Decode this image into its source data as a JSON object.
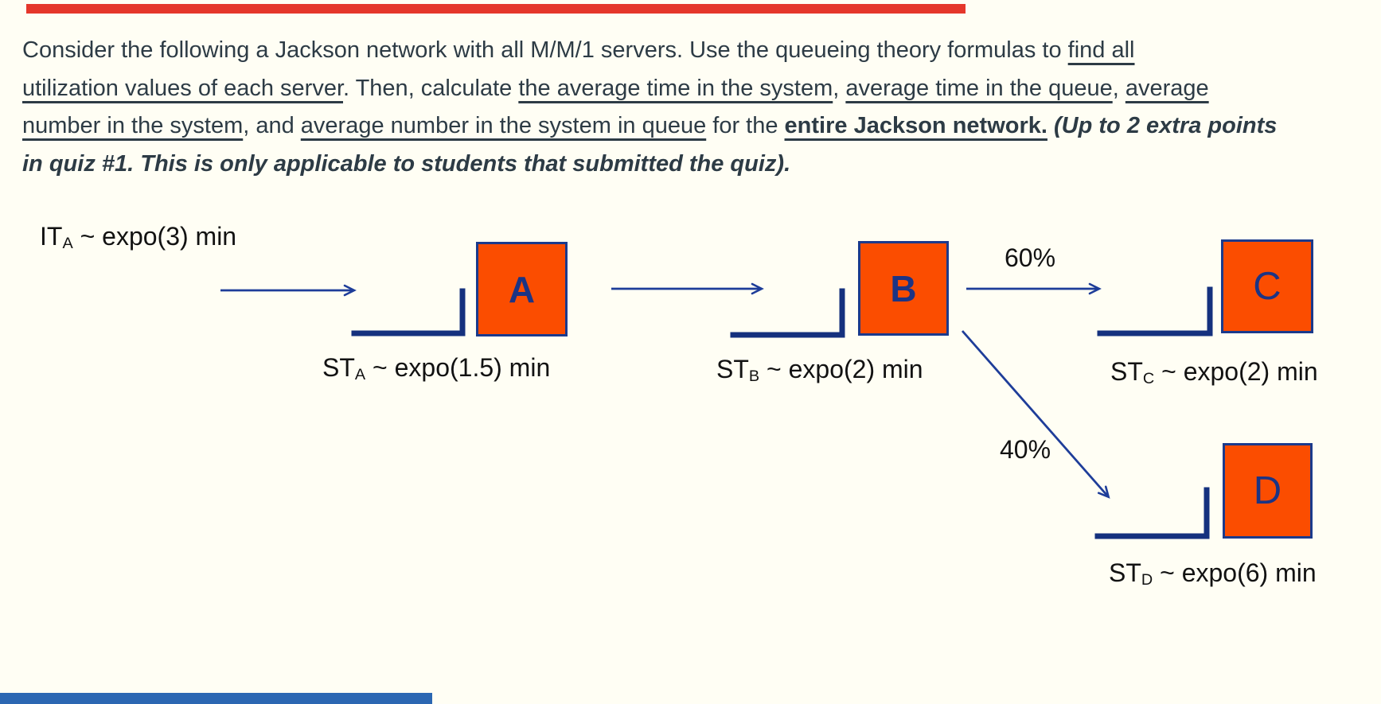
{
  "colors": {
    "background": "#FFFEF4",
    "paragraph_text": "#2D3B45",
    "diagram_text": "#121212",
    "box_fill": "#FB4D00",
    "box_border": "#1B3A8C",
    "box_letter": "#1C3484",
    "arrow_line": "#1E3D99",
    "queue_line": "#15317E",
    "top_bar": "#E5372B",
    "bottom_bar": "#2B67B2"
  },
  "problem": {
    "segments": [
      {
        "t": "Consider the following a Jackson network with all M/M/1 servers. Use the queueing theory formulas to "
      },
      {
        "t": "find all",
        "u": true
      },
      {
        "br": true
      },
      {
        "t": "utilization values of each server",
        "u": true
      },
      {
        "t": ". Then, calculate "
      },
      {
        "t": "the average time in the system",
        "u": true
      },
      {
        "t": ", "
      },
      {
        "t": "average time in the queue",
        "u": true
      },
      {
        "t": ", "
      },
      {
        "t": "average",
        "u": true
      },
      {
        "br": true
      },
      {
        "t": "number in the system",
        "u": true
      },
      {
        "t": ", and "
      },
      {
        "t": "average number in the system in queue",
        "u": true
      },
      {
        "t": " for the "
      },
      {
        "t": "entire Jackson network.",
        "u": true,
        "b": true
      },
      {
        "t": " "
      },
      {
        "t": "(Up to 2 extra points",
        "b": true,
        "i": true
      },
      {
        "br": true
      },
      {
        "t": "in quiz #1. This is only applicable to students that submitted the quiz).",
        "b": true,
        "i": true
      }
    ]
  },
  "diagram": {
    "interarrival_label": [
      {
        "t": "IT"
      },
      {
        "t": "A",
        "sub": true
      },
      {
        "t": " ~ expo(3) min"
      }
    ],
    "branch_to_c_label": "60%",
    "branch_to_d_label": "40%",
    "servers": [
      {
        "letter": "A",
        "service_label": [
          {
            "t": "ST"
          },
          {
            "t": "A",
            "sub": true
          },
          {
            "t": " ~ expo(1.5) min"
          }
        ]
      },
      {
        "letter": "B",
        "service_label": [
          {
            "t": "ST"
          },
          {
            "t": "B",
            "sub": true
          },
          {
            "t": " ~ expo(2) min"
          }
        ]
      },
      {
        "letter": "C",
        "service_label": [
          {
            "t": "ST"
          },
          {
            "t": "C",
            "sub": true
          },
          {
            "t": " ~ expo(2) min"
          }
        ]
      },
      {
        "letter": "D",
        "service_label": [
          {
            "t": "ST"
          },
          {
            "t": "D",
            "sub": true
          },
          {
            "t": " ~ expo(6) min"
          }
        ]
      }
    ]
  }
}
